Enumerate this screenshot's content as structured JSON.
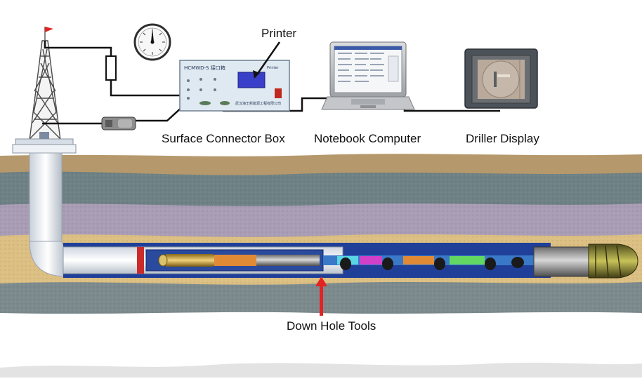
{
  "labels": {
    "printer": "Printer",
    "surface_box": "Surface Connector Box",
    "notebook": "Notebook Computer",
    "driller_display": "Driller Display",
    "down_hole_tools": "Down Hole Tools"
  },
  "box_panel": {
    "title": "HCMWD-S  接口箱",
    "caption": "武汉海王新能源工程有限公司",
    "printer_tag": "Printer"
  },
  "colors": {
    "sky": "#ffffff",
    "soil_top": "#b5986b",
    "gray_stone": "#6e8185",
    "purple_rock": "#a99cb5",
    "sand": "#dcbf82",
    "casing_blue": "#1f3f98",
    "arrow_red": "#e32222",
    "flag_red": "#e02424"
  }
}
